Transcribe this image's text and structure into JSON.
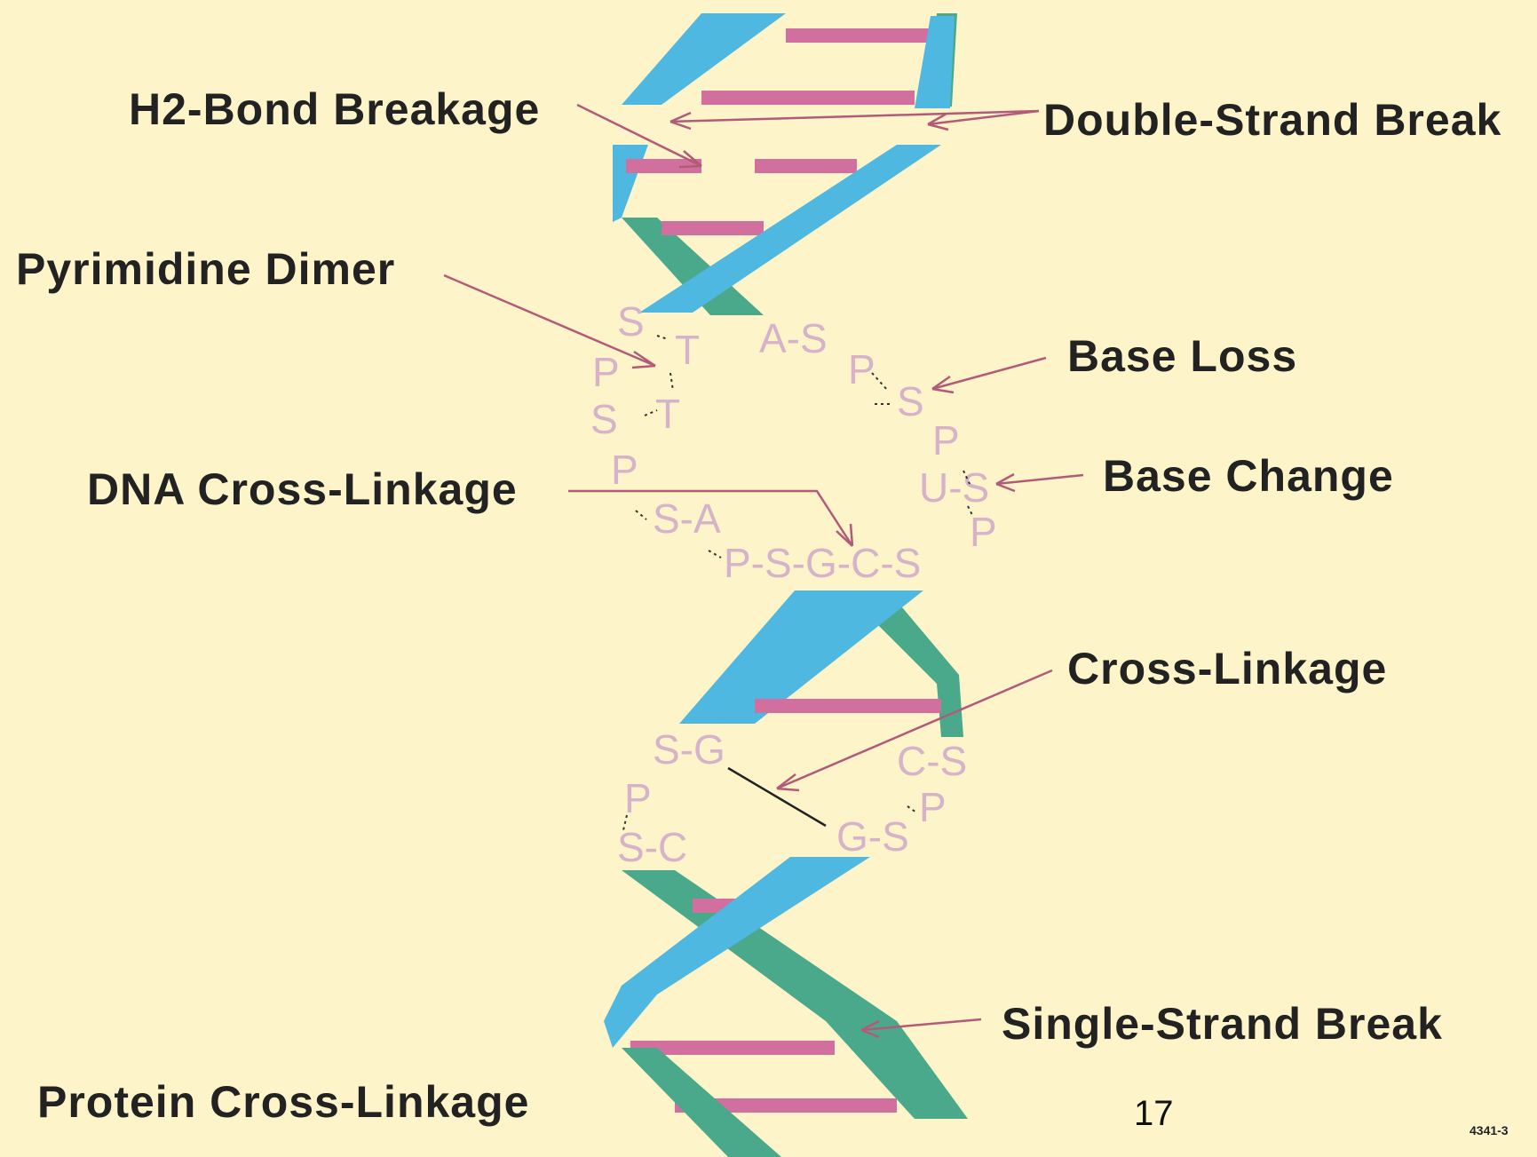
{
  "labels": {
    "h2_bond_breakage": "H2-Bond Breakage",
    "double_strand_break": "Double-Strand Break",
    "pyrimidine_dimer": "Pyrimidine Dimer",
    "base_loss": "Base Loss",
    "dna_cross_linkage": "DNA Cross-Linkage",
    "base_change": "Base Change",
    "cross_linkage": "Cross-Linkage",
    "single_strand_break": "Single-Strand Break",
    "protein_cross_linkage": "Protein Cross-Linkage"
  },
  "nucleotides": {
    "s1": "S",
    "t1": "T",
    "p1": "P",
    "s2": "S",
    "t2": "T",
    "p2": "P",
    "sa": "S-A",
    "psgcs": "P-S-G-C-S",
    "as": "A-S",
    "p3": "P",
    "s3": "S",
    "p4": "P",
    "us": "U-S",
    "p5": "P",
    "sg": "S-G",
    "p6": "P",
    "sc": "S-C",
    "cs": "C-S",
    "p7": "P",
    "gs": "G-S"
  },
  "slide_number": "17",
  "figure_code": "4341-3",
  "colors": {
    "background": "#fdf5c9",
    "strand_blue": "#4fb8e0",
    "strand_green": "#4aa88b",
    "base_pair": "#d1709e",
    "arrow": "#b35a78",
    "nucleotide_text": "#d6b3c9"
  }
}
